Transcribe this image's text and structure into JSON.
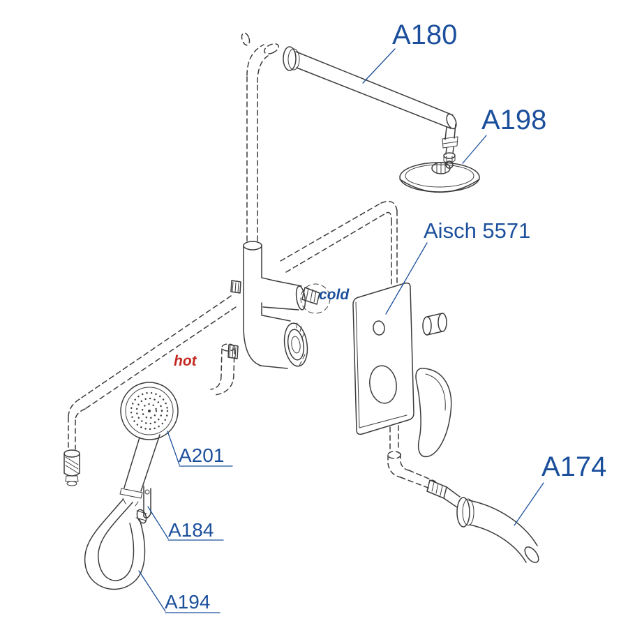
{
  "labels": {
    "arm": "A180",
    "head": "A198",
    "valve_panel": "Aisch 5571",
    "hand_shower": "A201",
    "bracket": "A184",
    "hose": "A194",
    "spout": "A174"
  },
  "annotations": {
    "cold": "cold",
    "hot": "hot"
  },
  "colors": {
    "label": "#1b4f9c",
    "hot": "#c22a21",
    "line": "#3c3c3c",
    "background": "#ffffff"
  }
}
